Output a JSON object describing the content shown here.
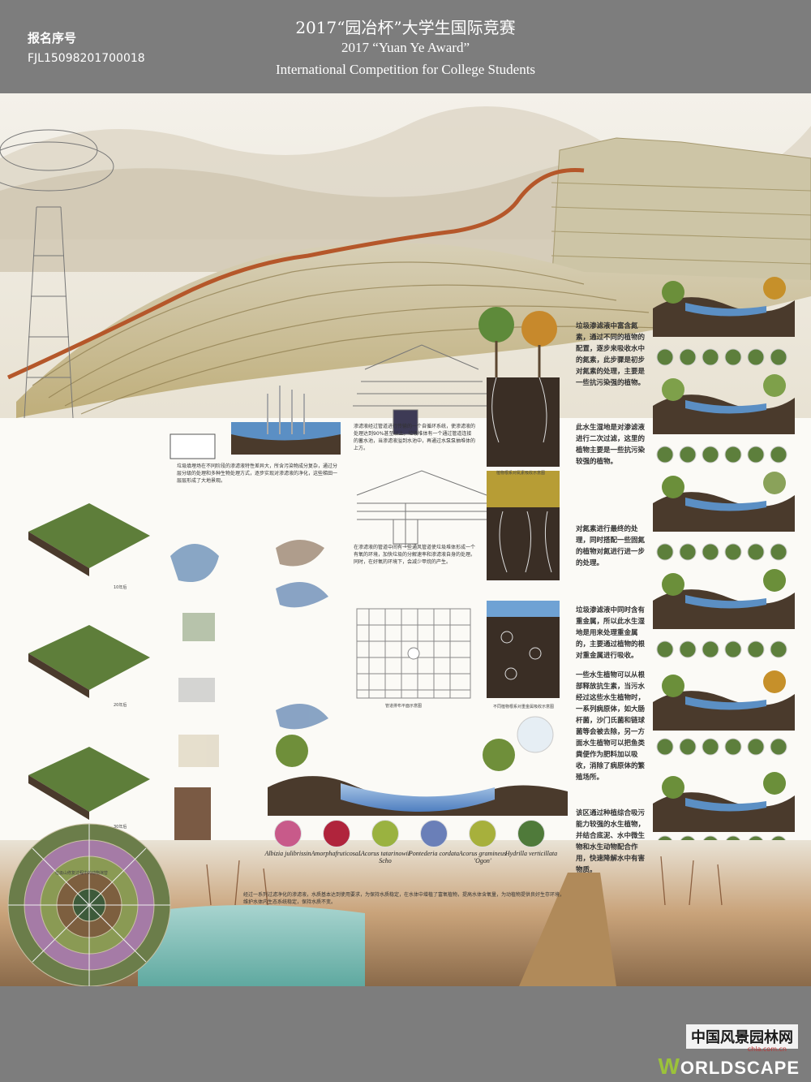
{
  "header": {
    "reg_label": "报名序号",
    "reg_id": "FJL15098201700018",
    "title_zh": "2017“园冶杯”大学生国际竞赛",
    "title_en_1": "2017 “Yuan Ye Award”",
    "title_en_2": "International Competition for College Students"
  },
  "texts": {
    "intro": "垃圾填埋场在不同阶段的渗滤液特性差异大，所含污染物成分复杂，通过分层分级的处理和多种生物处理方式，逐步实现对渗滤液的净化，这些梯田一层层形成了大地景观。",
    "pipe_desc_1": "渗滤液经过管道进行传输的一个自循环系统，使渗滤液的处理达到90%甚至以上。垃圾堆体有一个通过管道连接的蓄水池，当渗滤液溢到水池中，再通过水泵泵抽堆体的上方。",
    "pipe_desc_2": "在渗滤液的管道中间有一些通风管道使垃圾堆体形成一个有氧的环境，加快垃圾的分解速率和渗滤液自身的处理。同时，在好氧的环境下，会减少甲烷的产生。",
    "pipe_plan_caption": "管道排布平面示意图",
    "root_caption_1": "植物根系对氮素吸收示意图",
    "root_caption_2": "不同植物根系对重金属吸收示意图",
    "wetland_text_1": "垃圾渗滤液中富含氮素，通过不同的植物的配置，逐步来吸收水中的氮素，此步骤是初步对氮素的处理，主要是一些抗污染强的植物。",
    "wetland_text_2": "此水生湿地是对渗滤液进行二次过滤，这里的植物主要是一些抗污染较强的植物。",
    "wetland_text_3": "对氮素进行最终的处理，同时搭配一些固氮的植物对氮进行进一步的处理。",
    "wetland_text_4": "垃圾渗滤液中同时含有重金属，所以此水生湿地是用来处理重金属的，主要通过植物的根对重金属进行吸收。",
    "wetland_text_5": "一些水生植物可以从根部释放抗生素，当污水经过这些水生植物时，一系列病原体，如大肠杆菌，沙门氏菌和链球菌等会被去除，另一方面水生植物可以把鱼类粪便作为肥料加以吸收，消除了病原体的繁殖场所。",
    "wetland_text_6": "该区通过种植综合吸污能力较强的水生植物，并结合底泥、水中微生物和水生动物配合作用，快速降解水中有害物质。",
    "bottom_long": "经过一系列过滤净化的渗滤液，水质基本达到使用要求，为保持水质稳定，在水体中增植了富氧植物，提高水体含氧量，为动植物提供良好生存环境，维护水体内生态系统稳定，保持水质不变。",
    "year_10": "10年后",
    "year_20": "20年后",
    "year_30": "30年后",
    "animal_caption": "垃圾山修复过程中的动物演替"
  },
  "plants": [
    {
      "name": "Albizia julibrissin",
      "color": "#c85a8a"
    },
    {
      "name": "AmorphafruticosaL",
      "color": "#b0243c"
    },
    {
      "name": "Acorus tatarinowii Scho",
      "color": "#9ab240"
    },
    {
      "name": "Pontederia cordata",
      "color": "#6a7fb8"
    },
    {
      "name": "Acorus gramineus 'Ogon'",
      "color": "#a7b03c"
    },
    {
      "name": "Hydrilla verticillata",
      "color": "#4f7a3a"
    }
  ],
  "logo": {
    "cn": "中国风景园林网",
    "url": "chla.com.cn",
    "ws_w": "W",
    "ws_rest": "ORLDSCAPE"
  },
  "colors": {
    "header_bg": "#7d7d7d",
    "rust": "#b5572a",
    "water": "#5b8fc4",
    "soil": "#4a3a2c"
  }
}
